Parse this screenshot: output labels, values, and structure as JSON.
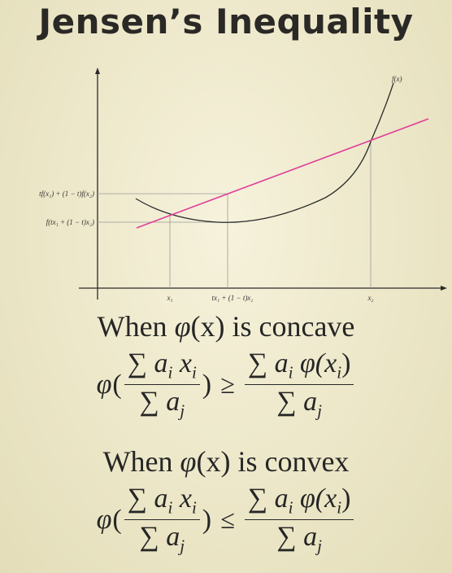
{
  "title": "Jensen’s Inequality",
  "diagram": {
    "curve_label": "f(x)",
    "y_label_upper": "tf(x₁) + (1 − t)f(x₂)",
    "y_label_lower": "f(tx₁ + (1 − t)x₂)",
    "x_label_left": "x₁",
    "x_label_mid": "tx₁ + (1 − t)x₂",
    "x_label_right": "x₂",
    "curve_color": "#2a2a2a",
    "chord_color": "#e0409a",
    "guide_color": "#9a9a9a"
  },
  "concave": {
    "condition_prefix": "When",
    "condition_fn": "φ",
    "condition_arg": "(x)",
    "condition_suffix": "is concave",
    "relation": "≥"
  },
  "convex": {
    "condition_prefix": "When",
    "condition_fn": "φ",
    "condition_arg": "(x)",
    "condition_suffix": "is convex",
    "relation": "≤"
  },
  "formula": {
    "phi": "φ",
    "open_paren": "(",
    "close_paren": ")",
    "sum": "∑",
    "a": "a",
    "x": "x",
    "i": "i",
    "j": "j",
    "phi_of": "φ(",
    "phi_close": ")"
  }
}
